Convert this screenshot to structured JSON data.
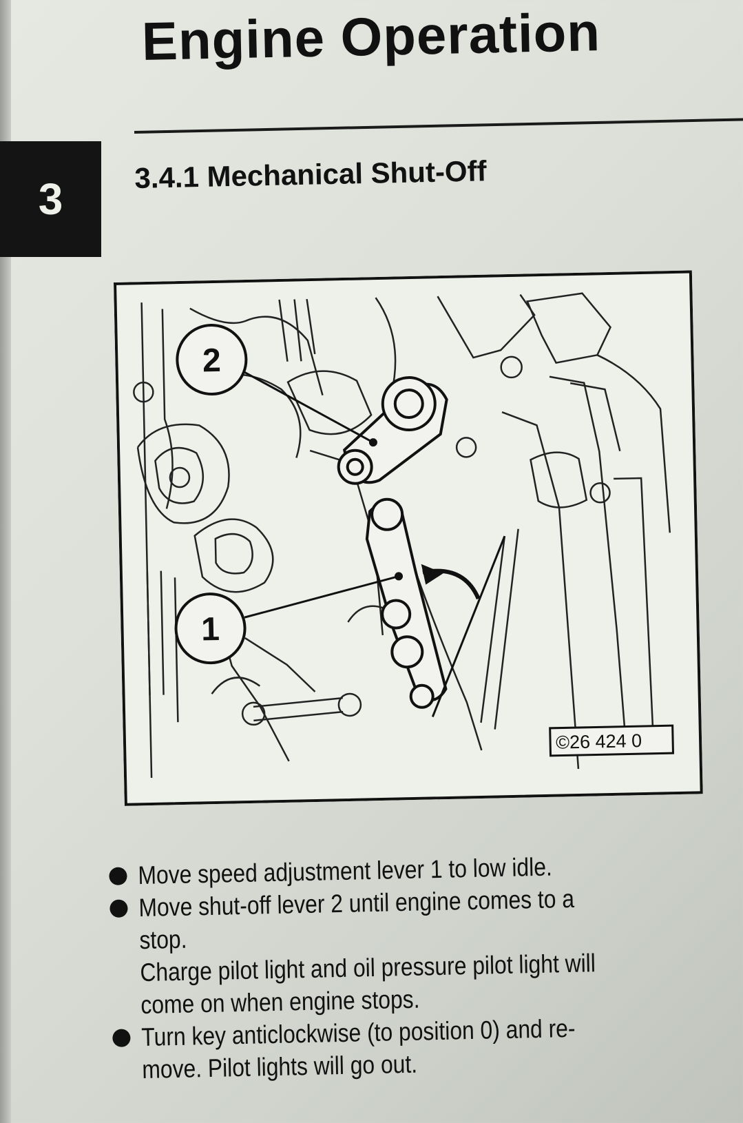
{
  "header": {
    "title": "Engine Operation",
    "chapter_number": "3"
  },
  "section": {
    "heading": "3.4.1 Mechanical Shut-Off"
  },
  "figure": {
    "callout_1": "1",
    "callout_2": "2",
    "figure_number": "©26 424 0"
  },
  "instructions": {
    "step_1": "Move speed adjustment lever 1 to low idle.",
    "step_2_line_1": "Move shut-off lever 2 until engine comes to a",
    "step_2_line_2": "stop.",
    "step_2_note_1": "Charge pilot light and oil pressure pilot light will",
    "step_2_note_2": "come on when engine stops.",
    "step_3_line_1": "Turn key anticlockwise (to position 0) and re-",
    "step_3_line_2": "move. Pilot lights will go out."
  },
  "colors": {
    "ink": "#111111",
    "paper": "#dde0d9",
    "tab": "#141414"
  }
}
